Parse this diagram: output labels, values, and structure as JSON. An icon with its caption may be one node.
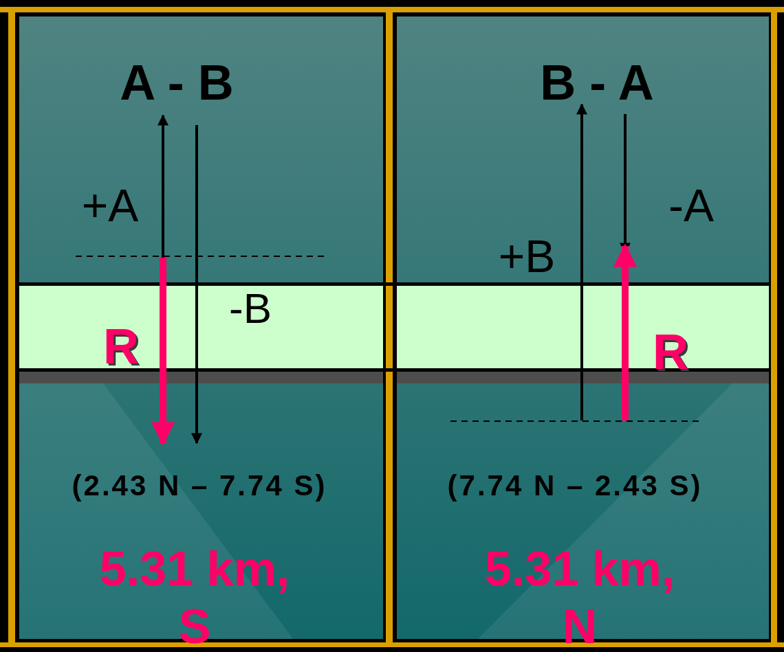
{
  "diagram": {
    "labels": [
      "A - B",
      "B - A",
      "+A",
      "-A",
      "+B",
      "-B",
      "R",
      "R",
      "(2.43 N – 7.74 S)",
      "(7.74 N – 2.43 S)",
      "5.31 km, S",
      "5.31 km, N"
    ]
  }
}
